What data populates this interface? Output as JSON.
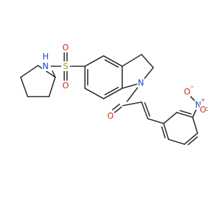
{
  "molecule": {
    "labels": {
      "nh": "N",
      "nh_h": "H",
      "s": "S",
      "o_s_top": "O",
      "o_s_bottom": "O",
      "n_indoline": "N",
      "o_carbonyl": "O",
      "n_nitro": "N",
      "n_nitro_charge": "+",
      "o_nitro_top": "O",
      "o_nitro_top_charge": "−",
      "o_nitro_right": "O"
    },
    "colors": {
      "bond": "#2b2b2b",
      "nitrogen": "#1f3dbf",
      "oxygen": "#d42a1e",
      "sulfur": "#b8a000"
    }
  }
}
